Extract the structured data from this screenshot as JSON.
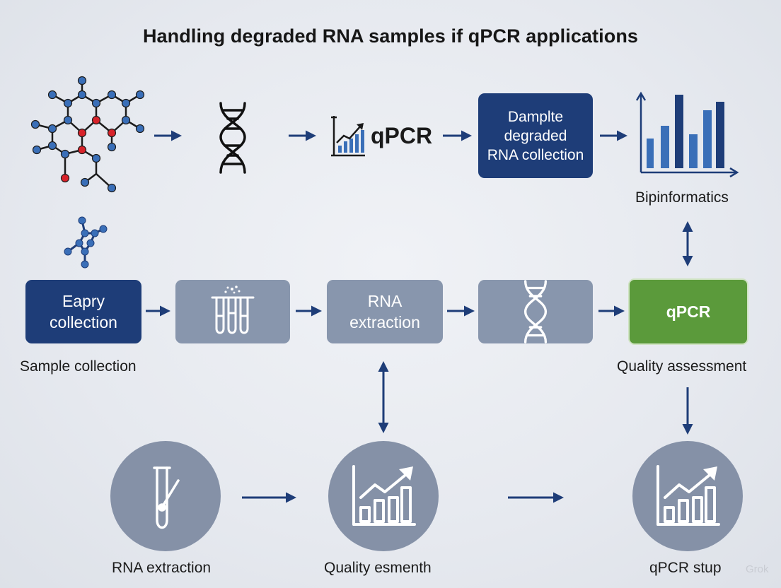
{
  "title": "Handling degraded RNA samples if qPCR applications",
  "top_row": {
    "qpcr_label": "qPCR",
    "box_line1": "Damplte",
    "box_line2": "degraded",
    "box_line3": "RNA collection",
    "chart_caption": "Bipinformatics"
  },
  "middle_row": {
    "box1_line1": "Eapry",
    "box1_line2": "collection",
    "box1_caption": "Sample collection",
    "box3_line1": "RNA",
    "box3_line2": "extraction",
    "box5_label": "qPCR",
    "box5_caption": "Quality assessment"
  },
  "bottom_row": {
    "caption1": "RNA extraction",
    "caption2": "Quality esmenth",
    "caption3": "qPCR stup"
  },
  "watermark": "Grok",
  "colors": {
    "navy": "#1e3d78",
    "gray_box": "#8896ad",
    "green": "#5b9a3b",
    "arrow": "#1e3d78",
    "circle": "#8591a7"
  }
}
